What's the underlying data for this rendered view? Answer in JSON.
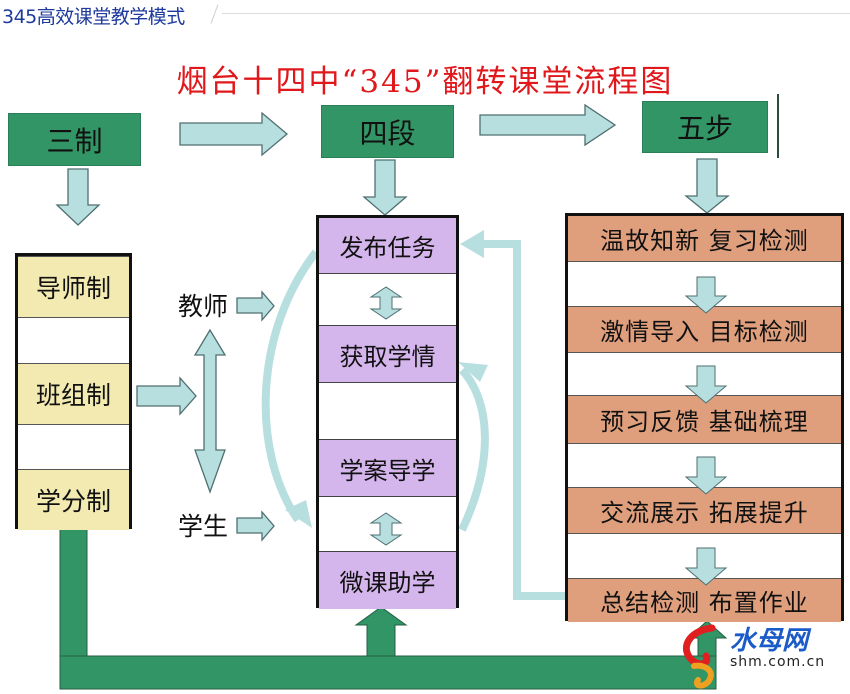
{
  "header": {
    "page_title": "345高效课堂教学模式"
  },
  "diagram": {
    "title": "烟台十四中“345”翻转课堂流程图",
    "top_boxes": {
      "three": "三制",
      "four": "四段",
      "five": "五步"
    },
    "three_systems": [
      "导师制",
      "班组制",
      "学分制"
    ],
    "roles": {
      "teacher": "教师",
      "student": "学生"
    },
    "four_stages": [
      "发布任务",
      "获取学情",
      "学案导学",
      "微课助学"
    ],
    "five_steps": [
      "温故知新  复习检测",
      "激情导入  目标检测",
      "预习反馈  基础梳理",
      "交流展示  拓展提升",
      "总结检测  布置作业"
    ],
    "colors": {
      "title_red": "#e0181c",
      "header_green": "#329565",
      "arrow_lightblue": "#b8dfe0",
      "system_yellow": "#f3eab2",
      "stage_purple": "#d4b5ec",
      "step_orange": "#df9f7d"
    }
  },
  "watermark": {
    "brand": "水母网",
    "url": "shm.com.cn"
  }
}
